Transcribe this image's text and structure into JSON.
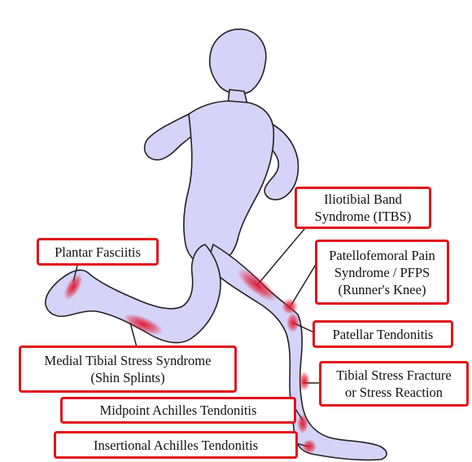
{
  "diagram": {
    "figure_color": "#d6d3f8",
    "figure_outline": "#222222",
    "label_border_color": "#e0141b",
    "hotspot_color": "#e0142a",
    "labels": [
      {
        "id": "itbs",
        "lines": [
          "Iliotibial Band",
          "Syndrome (ITBS)"
        ]
      },
      {
        "id": "plantar",
        "lines": [
          "Plantar Fasciitis"
        ]
      },
      {
        "id": "pfps",
        "lines": [
          "Patellofemoral Pain",
          "Syndrome / PFPS",
          "(Runner's Knee)"
        ]
      },
      {
        "id": "patellar",
        "lines": [
          "Patellar Tendonitis"
        ]
      },
      {
        "id": "mtss",
        "lines": [
          "Medial Tibial Stress Syndrome",
          "(Shin Splints)"
        ]
      },
      {
        "id": "tibial",
        "lines": [
          "Tibial Stress Fracture",
          "or Stress Reaction"
        ]
      },
      {
        "id": "midpoint",
        "lines": [
          "Midpoint Achilles Tendonitis"
        ]
      },
      {
        "id": "insertional",
        "lines": [
          "Insertional Achilles Tendonitis"
        ]
      }
    ]
  }
}
